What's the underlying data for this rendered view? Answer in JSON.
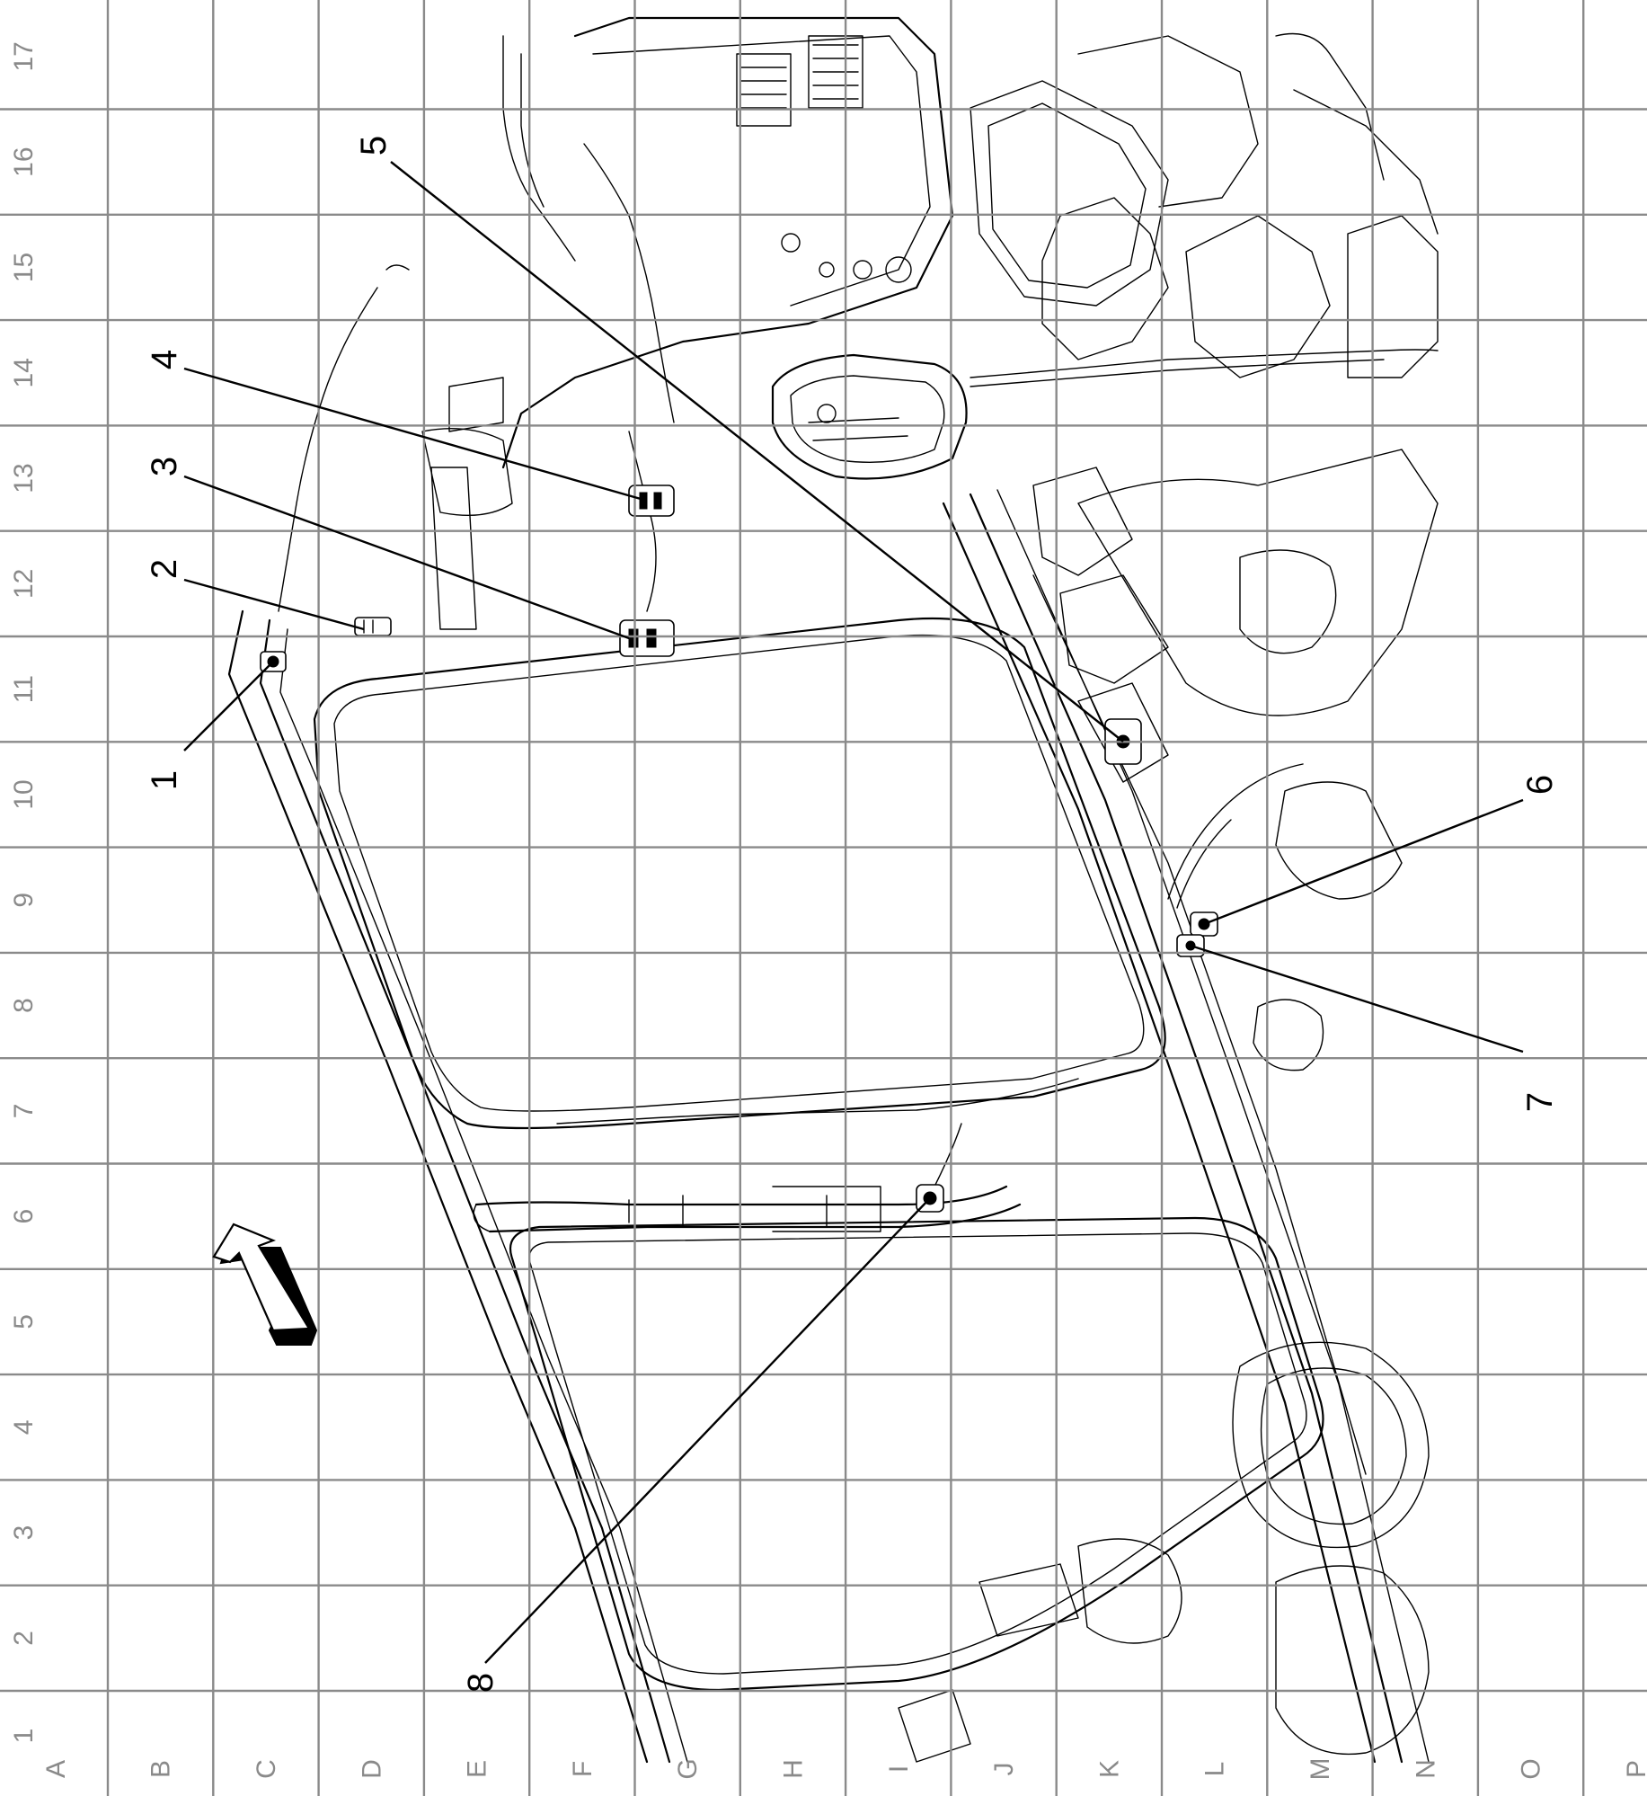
{
  "grid": {
    "columns": [
      "A",
      "B",
      "C",
      "D",
      "E",
      "F",
      "G",
      "H",
      "I",
      "J",
      "K",
      "L",
      "M",
      "N",
      "O",
      "P"
    ],
    "rows": [
      "1",
      "2",
      "3",
      "4",
      "5",
      "6",
      "7",
      "8",
      "9",
      "10",
      "11",
      "12",
      "13",
      "14",
      "15",
      "16",
      "17"
    ]
  },
  "callouts": [
    {
      "id": "1",
      "label": "1"
    },
    {
      "id": "2",
      "label": "2"
    },
    {
      "id": "3",
      "label": "3"
    },
    {
      "id": "4",
      "label": "4"
    },
    {
      "id": "5",
      "label": "5"
    },
    {
      "id": "6",
      "label": "6"
    },
    {
      "id": "7",
      "label": "7"
    },
    {
      "id": "8",
      "label": "8"
    }
  ],
  "icons": {
    "orientation_arrow": "forward-direction-arrow-icon"
  },
  "colors": {
    "grid": "#8a8a8a",
    "ink": "#000000",
    "background": "#ffffff"
  }
}
